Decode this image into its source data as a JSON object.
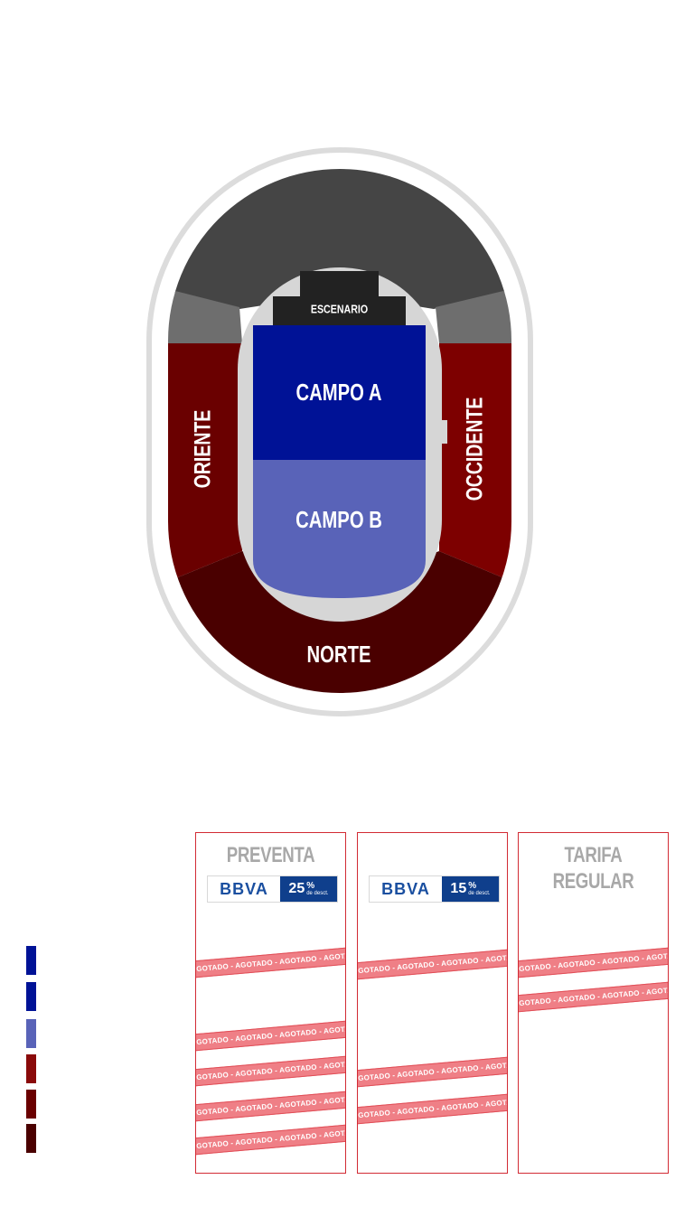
{
  "stadium": {
    "stage_label": "ESCENARIO",
    "zones": {
      "campo_a": "CAMPO A",
      "campo_b": "CAMPO B",
      "oriente": "ORIENTE",
      "occidente": "OCCIDENTE",
      "norte": "NORTE"
    }
  },
  "colors": {
    "campo_a": "#001296",
    "campo_b": "#5963b8",
    "oriente": "#6a0000",
    "occidente": "#7d0000",
    "norte": "#4a0000",
    "upper_dark": "#454545",
    "upper_light": "#6e6e6e",
    "track": "#d6d6d6",
    "stage": "#222222",
    "sold_out": "#ef7f86",
    "column_border": "#d22b34"
  },
  "legend": {
    "swatch_colors": [
      "#001296",
      "#001296",
      "#5963b8",
      "#8a0a0a",
      "#6a0000",
      "#4a0000"
    ]
  },
  "pricing": {
    "columns": [
      {
        "title_lines": [
          "PREVENTA"
        ],
        "badge": {
          "brand": "BBVA",
          "discount": "25",
          "symbol": "%",
          "note": "de desct."
        },
        "sold_out_text": "AGOTADO - AGOTADO - AGOTADO - AGOTADO - AGOTADO - AGOTADO"
      },
      {
        "title_lines": [],
        "badge": {
          "brand": "BBVA",
          "discount": "15",
          "symbol": "%",
          "note": "de desct."
        },
        "sold_out_text": "AGOTADO - AGOTADO - AGOTADO - AGOTADO - AGOTADO - AGOTADO"
      },
      {
        "title_lines": [
          "TARIFA",
          "REGULAR"
        ],
        "sold_out_text": "AGOTADO - AGOTADO - AGOTADO - AGOTADO - AGOTADO - AGOTADO"
      }
    ]
  }
}
